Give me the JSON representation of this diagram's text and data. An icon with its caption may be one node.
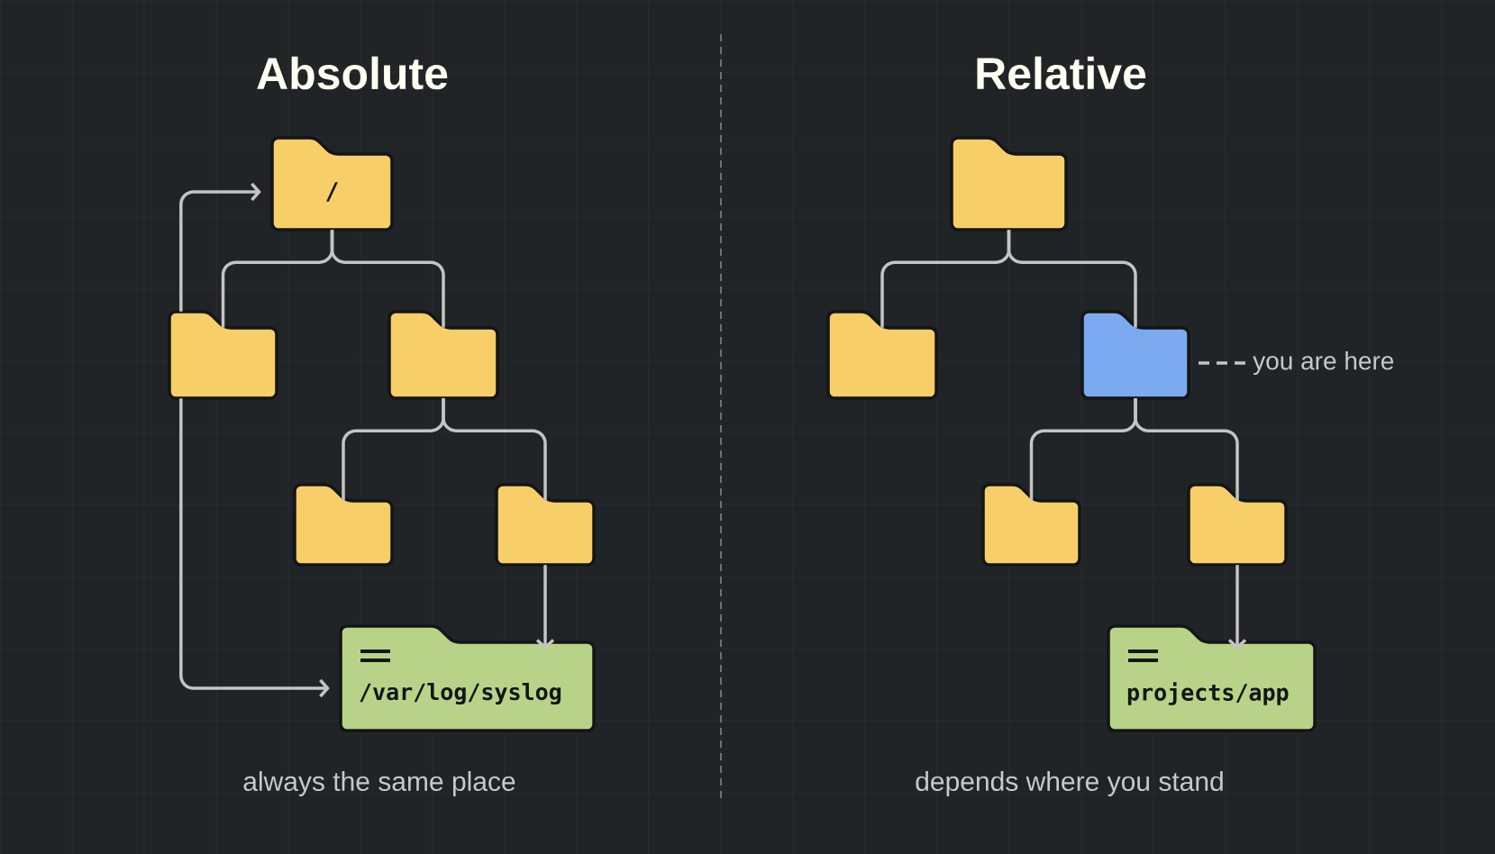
{
  "diagram": {
    "nodes": [
      {
        "text": [
          "/"
        ]
      },
      {
        "text": [],
        "shape": "folder"
      },
      {
        "text": [],
        "shape": "folder"
      },
      {
        "text": [],
        "shape": "folder"
      },
      {
        "text": [],
        "shape": "folder"
      },
      {
        "text": [
          "/var/log/syslog"
        ]
      },
      {
        "text": [],
        "shape": "folder"
      },
      {
        "text": [],
        "shape": "folder"
      },
      {
        "text": [],
        "shape": "folder"
      },
      {
        "text": [],
        "shape": "folder"
      },
      {
        "text": [],
        "shape": "folder"
      },
      {
        "text": [
          "projects/app"
        ]
      },
      {
        "text": [
          "you are here"
        ]
      }
    ],
    "edges": [
      {
        "from": 0,
        "to": 1,
        "arrow": "none"
      },
      {
        "from": 0,
        "to": 2,
        "arrow": "none"
      },
      {
        "from": 2,
        "to": 3,
        "arrow": "none"
      },
      {
        "from": 2,
        "to": 4,
        "arrow": "none"
      },
      {
        "from": 4,
        "to": 5,
        "arrow": "to"
      },
      {
        "from": 1,
        "to": 0,
        "arrow": "to"
      },
      {
        "from": 1,
        "to": 5,
        "arrow": "to"
      },
      {
        "from": 6,
        "to": 7,
        "arrow": "none"
      },
      {
        "from": 6,
        "to": 8,
        "arrow": "none"
      },
      {
        "from": 8,
        "to": 9,
        "arrow": "none"
      },
      {
        "from": 8,
        "to": 10,
        "arrow": "none"
      },
      {
        "from": 10,
        "to": 11,
        "arrow": "to"
      },
      {
        "from": 12,
        "to": 8,
        "arrow": "none",
        "style": "dashed"
      }
    ],
    "labels": [
      "Absolute",
      "Relative",
      "always the same place",
      "depends where you stand"
    ]
  }
}
